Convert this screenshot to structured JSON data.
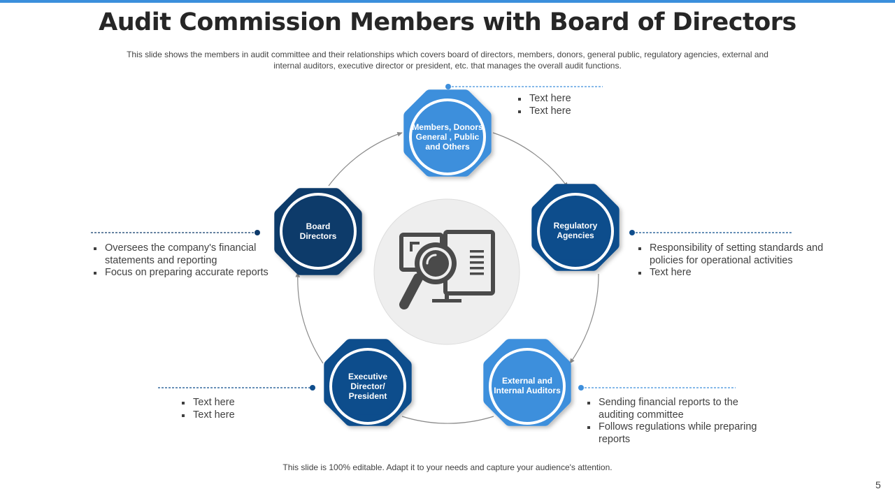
{
  "slide": {
    "title": "Audit Commission Members with Board of Directors",
    "subtitle": "This slide shows the members in audit committee and their relationships which covers board of directors, members, donors, general public, regulatory agencies, external and internal auditors, executive director or president, etc. that manages the overall audit functions.",
    "footer": "This slide is 100% editable. Adapt it to your needs and capture your audience's attention.",
    "page_number": "5"
  },
  "nodes": {
    "members": {
      "label": "Members, Donors General , Public and Others",
      "color": "#3e8fdc",
      "bullets": [
        "Text here",
        "Text here"
      ]
    },
    "regulatory": {
      "label": "Regulatory Agencies",
      "color": "#0f4d8c",
      "bullets": [
        "Responsibility of setting standards and policies for operational activities",
        "Text here"
      ]
    },
    "external": {
      "label": "External and Internal Auditors",
      "color": "#3e8fdc",
      "bullets": [
        "Sending financial reports to the auditing committee",
        "Follows regulations while preparing reports"
      ]
    },
    "executive": {
      "label": "Executive Director/ President",
      "color": "#0f4d8c",
      "bullets": [
        "Text here",
        "Text here"
      ]
    },
    "board": {
      "label": "Board Directors",
      "color": "#0d3a6b",
      "bullets": [
        "Oversees the company's financial statements and reporting",
        "Focus on preparing accurate reports"
      ]
    }
  },
  "center_icon": "monitor-magnifier-icon",
  "colors": {
    "accent_light": "#3e8fdc",
    "accent_dark": "#0f4d8c",
    "top_bar": "#3b8fdc"
  }
}
